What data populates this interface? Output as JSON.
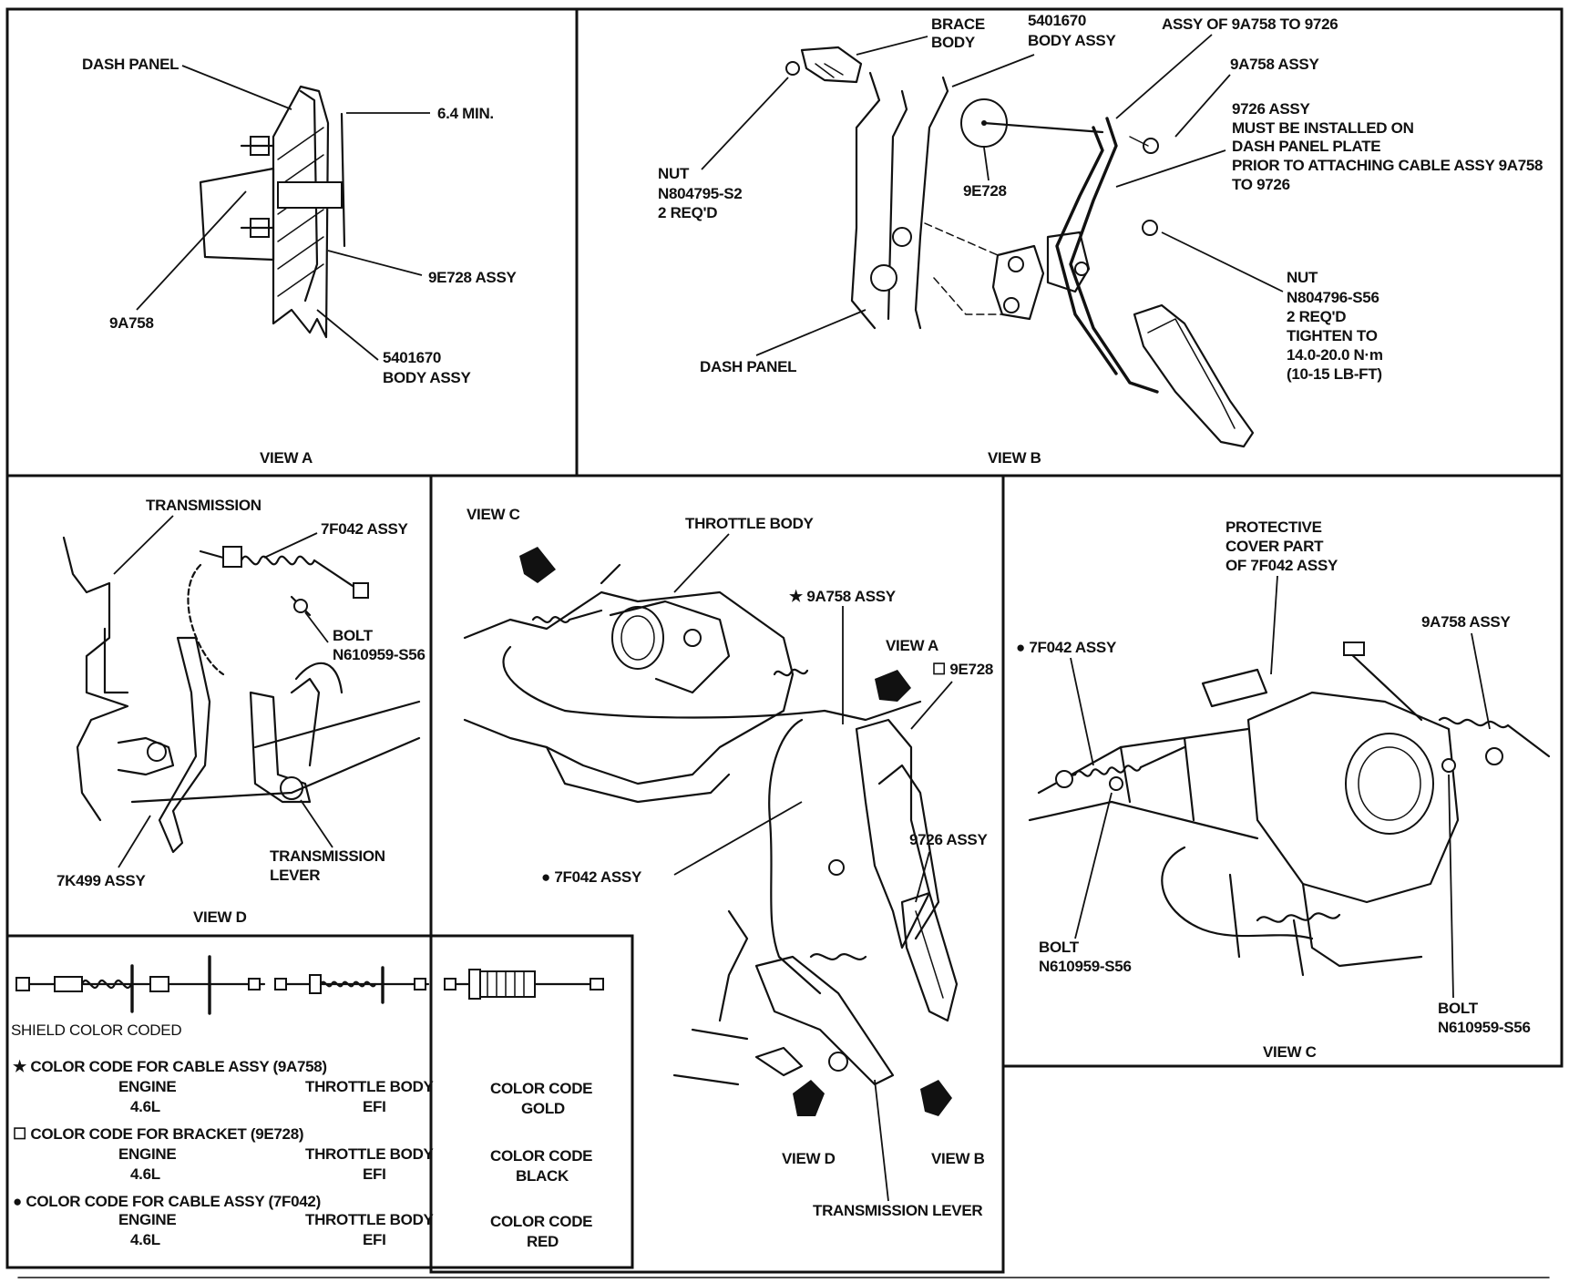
{
  "view_a": {
    "caption": "VIEW A",
    "labels": {
      "dash_panel": "DASH PANEL",
      "min_gap": "6.4 MIN.",
      "bracket": "9E728 ASSY",
      "cable": "9A758",
      "body_line1": "5401670",
      "body_line2": "BODY ASSY"
    }
  },
  "view_b": {
    "caption": "VIEW B",
    "labels": {
      "brace_line1": "BRACE",
      "brace_line2": "BODY",
      "body_line1": "5401670",
      "body_line2": "BODY ASSY",
      "assy_to": "ASSY OF 9A758 TO 9726",
      "cable": "9A758 ASSY",
      "pedal_line1": "9726 ASSY",
      "pedal_line2": "MUST BE INSTALLED ON",
      "pedal_line3": "DASH PANEL PLATE",
      "pedal_line4": "PRIOR TO ATTACHING CABLE ASSY 9A758",
      "pedal_line5": "TO 9726",
      "nut1_line1": "NUT",
      "nut1_line2": "N804795-S2",
      "nut1_line3": "2 REQ'D",
      "bracket": "9E728",
      "nut2_line1": "NUT",
      "nut2_line2": "N804796-S56",
      "nut2_line3": "2 REQ'D",
      "nut2_line4": "TIGHTEN TO",
      "nut2_line5": "14.0-20.0 N·m",
      "nut2_line6": "(10-15 LB-FT)",
      "dash_panel": "DASH PANEL"
    }
  },
  "view_d": {
    "caption": "VIEW D",
    "labels": {
      "transmission": "TRANSMISSION",
      "cable": "7F042 ASSY",
      "bolt_line1": "BOLT",
      "bolt_line2": "N610959-S56",
      "lever_line1": "TRANSMISSION",
      "lever_line2": "LEVER",
      "bracket": "7K499 ASSY"
    }
  },
  "center": {
    "view_c_ref": "VIEW C",
    "throttle_body": "THROTTLE BODY",
    "cable_9a758": "★ 9A758 ASSY",
    "view_a_ref": "VIEW A",
    "bracket_9e728": "☐ 9E728",
    "pedal_9726": "9726 ASSY",
    "cable_7f042": "● 7F042 ASSY",
    "view_d_ref": "VIEW D",
    "view_b_ref": "VIEW B",
    "trans_lever": "TRANSMISSION LEVER"
  },
  "view_c": {
    "caption": "VIEW C",
    "labels": {
      "cover_line1": "PROTECTIVE",
      "cover_line2": "COVER PART",
      "cover_line3": "OF 7F042 ASSY",
      "cable_7f042": "● 7F042 ASSY",
      "cable_9a758": "9A758 ASSY",
      "bolt1_line1": "BOLT",
      "bolt1_line2": "N610959-S56",
      "bolt2_line1": "BOLT",
      "bolt2_line2": "N610959-S56"
    }
  },
  "legend": {
    "shield_note": "SHIELD COLOR CODED",
    "col_engine": "ENGINE",
    "col_throttle": "THROTTLE BODY",
    "col_color": "COLOR CODE",
    "rows": [
      {
        "title": "★ COLOR CODE FOR CABLE ASSY (9A758)",
        "engine": "4.6L",
        "throttle": "EFI",
        "color": "GOLD"
      },
      {
        "title": "☐ COLOR CODE FOR BRACKET (9E728)",
        "engine": "4.6L",
        "throttle": "EFI",
        "color": "BLACK"
      },
      {
        "title": "● COLOR CODE FOR CABLE ASSY (7F042)",
        "engine": "4.6L",
        "throttle": "EFI",
        "color": "RED"
      }
    ]
  }
}
